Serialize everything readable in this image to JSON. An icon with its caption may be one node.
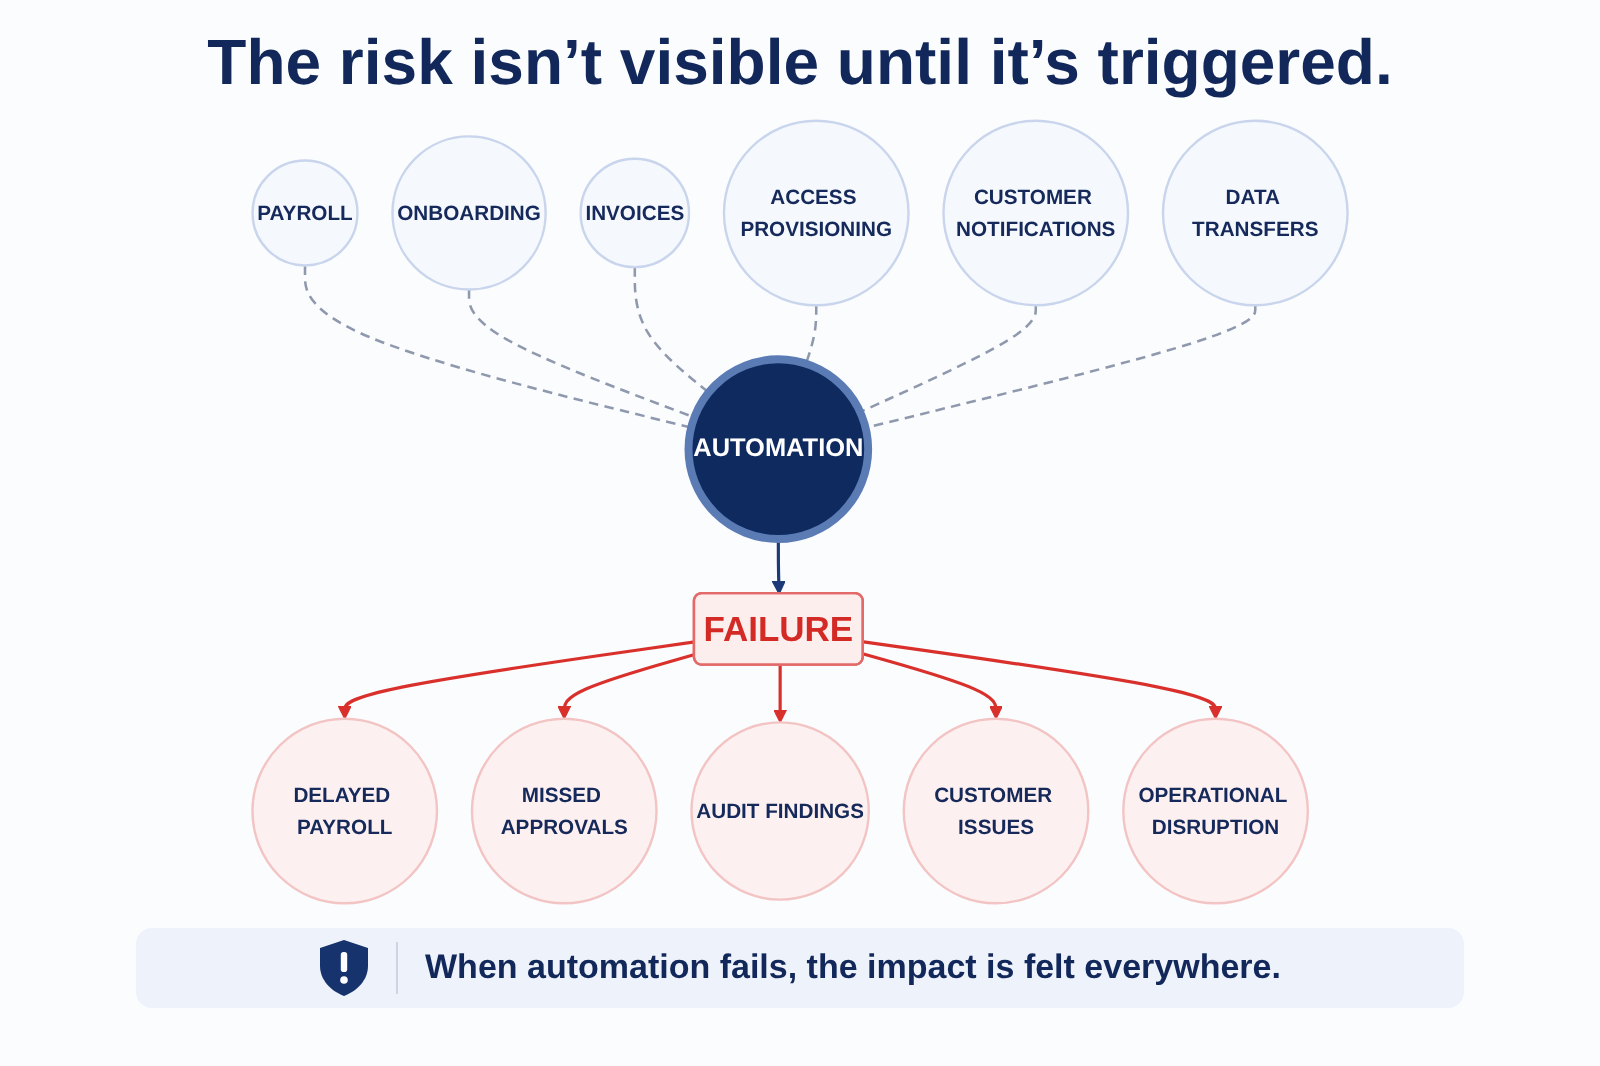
{
  "diagram": {
    "title": "The risk isn’t visible until it’s triggered.",
    "caption": "When automation fails, the impact is felt everywhere.",
    "nodes": [
      {
        "text": [
          "PAYROLL"
        ]
      },
      {
        "text": [
          "ONBOARDING"
        ]
      },
      {
        "text": [
          "INVOICES"
        ]
      },
      {
        "text": [
          "AUTOMATION"
        ]
      },
      {
        "text": [
          "ACCESS PROVISIONING"
        ]
      },
      {
        "text": [
          "CUSTOMER NOTIFICATIONS"
        ]
      },
      {
        "text": [
          "DATA TRANSFERS"
        ]
      },
      {
        "text": [
          "FAILURE"
        ]
      },
      {
        "text": [
          "DELAYED PAYROLL"
        ]
      },
      {
        "text": [
          "MISSED APPROVALS"
        ]
      },
      {
        "text": [
          "AUDIT FINDINGS"
        ]
      },
      {
        "text": [
          "CUSTOMER ISSUES"
        ]
      },
      {
        "text": [
          "OPERATIONAL DISRUPTION"
        ]
      }
    ],
    "edges": [
      {
        "from": 0,
        "to": 3,
        "arrow": "none",
        "style": "dashed"
      },
      {
        "from": 1,
        "to": 3,
        "arrow": "none",
        "style": "dashed"
      },
      {
        "from": 2,
        "to": 3,
        "arrow": "none",
        "style": "dashed"
      },
      {
        "from": 4,
        "to": 3,
        "arrow": "none",
        "style": "dashed"
      },
      {
        "from": 5,
        "to": 3,
        "arrow": "none",
        "style": "dashed"
      },
      {
        "from": 6,
        "to": 3,
        "arrow": "none",
        "style": "dashed"
      },
      {
        "from": 3,
        "to": 7,
        "arrow": "to",
        "color": "#1c3a78"
      },
      {
        "from": 7,
        "to": 8,
        "arrow": "to",
        "color": "#d9302c"
      },
      {
        "from": 7,
        "to": 9,
        "arrow": "to",
        "color": "#d9302c"
      },
      {
        "from": 7,
        "to": 10,
        "arrow": "to",
        "color": "#d9302c"
      },
      {
        "from": 7,
        "to": 11,
        "arrow": "to",
        "color": "#d9302c"
      },
      {
        "from": 7,
        "to": 12,
        "arrow": "to",
        "color": "#d9302c"
      }
    ]
  }
}
